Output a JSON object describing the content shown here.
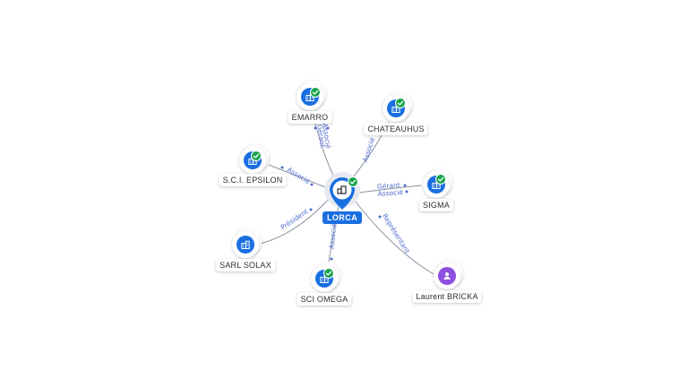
{
  "center": {
    "label": "LORCA",
    "icon": "company-icon",
    "verified": true
  },
  "nodes": [
    {
      "id": "emarro",
      "label": "EMARRO",
      "type": "company",
      "verified": true
    },
    {
      "id": "chateauhus",
      "label": "CHATEAUHUS",
      "type": "company",
      "verified": true
    },
    {
      "id": "epsilon",
      "label": "S.C.I. EPSILON",
      "type": "company",
      "verified": true
    },
    {
      "id": "sigma",
      "label": "SIGMA",
      "type": "company",
      "verified": true
    },
    {
      "id": "solax",
      "label": "SARL SOLAX",
      "type": "company",
      "verified": false
    },
    {
      "id": "omega",
      "label": "SCI OMEGA",
      "type": "company",
      "verified": true
    },
    {
      "id": "bricka",
      "label": "Laurent BRICKA",
      "type": "person",
      "verified": false
    }
  ],
  "edges": [
    {
      "to": "emarro",
      "labels": [
        "Gérant",
        "Associé"
      ]
    },
    {
      "to": "chateauhus",
      "labels": [
        "Associé"
      ]
    },
    {
      "to": "epsilon",
      "labels": [
        "Associé"
      ]
    },
    {
      "to": "sigma",
      "labels": [
        "Gérant",
        "Associé"
      ]
    },
    {
      "to": "solax",
      "labels": [
        "Président"
      ]
    },
    {
      "to": "omega",
      "labels": [
        "Associé"
      ]
    },
    {
      "to": "bricka",
      "labels": [
        "Représentant"
      ]
    }
  ],
  "colors": {
    "company": "#1a6fe0",
    "person": "#8e4fe0",
    "verified": "#17a34a",
    "edge_label": "#4f6ccf",
    "edge": "#8b93a3"
  }
}
